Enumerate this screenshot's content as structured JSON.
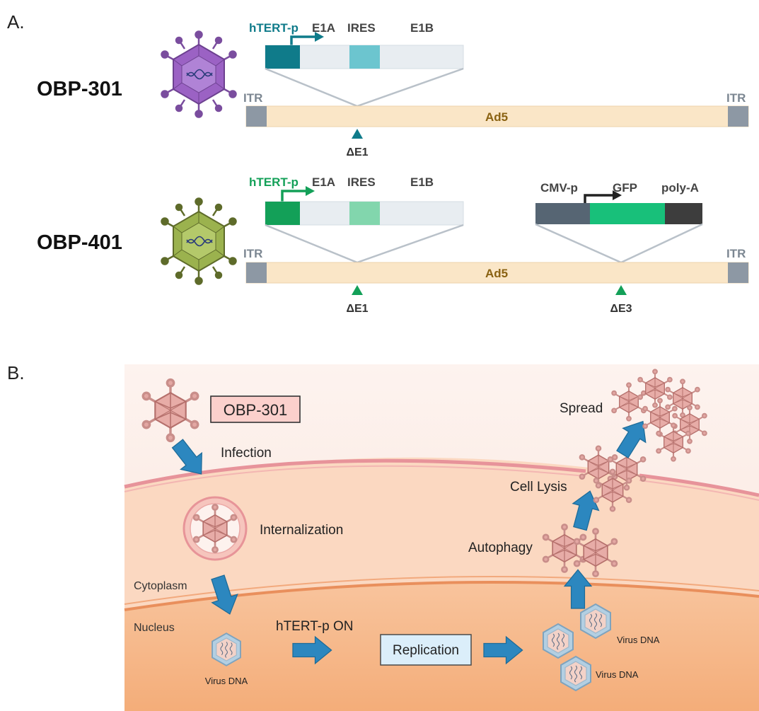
{
  "panel_a": {
    "label": "A.",
    "constructs": [
      {
        "name": "OBP-301",
        "virus_color": "#9b62c4",
        "promoter_color": "#0f7b8a",
        "ires_color": "#6cc5cf",
        "cassette_labels": [
          "hTERT-p",
          "E1A",
          "IRES",
          "E1B"
        ],
        "itr_left": "ITR",
        "itr_right": "ITR",
        "genome": "Ad5",
        "deletions": [
          "ΔE1"
        ],
        "marker_color": "#0f7b8a"
      },
      {
        "name": "OBP-401",
        "virus_color": "#9bb24e",
        "promoter_color": "#13a058",
        "ires_color": "#82d6ad",
        "cassette_labels": [
          "hTERT-p",
          "E1A",
          "IRES",
          "E1B"
        ],
        "gfp_labels": [
          "CMV-p",
          "GFP",
          "poly-A"
        ],
        "gfp_colors": [
          "#566573",
          "#18c07a",
          "#3d3d3d"
        ],
        "itr_left": "ITR",
        "itr_right": "ITR",
        "genome": "Ad5",
        "deletions": [
          "ΔE1",
          "ΔE3"
        ],
        "marker_color": "#13a058"
      }
    ]
  },
  "panel_b": {
    "label": "B.",
    "virus_box": "OBP-301",
    "steps": {
      "infection": "Infection",
      "internalization": "Internalization",
      "cytoplasm": "Cytoplasm",
      "nucleus": "Nucleus",
      "virus_dna": "Virus DNA",
      "promoter_on": "hTERT-p ON",
      "replication": "Replication",
      "virus_dna_2": "Virus DNA",
      "virus_dna_3": "Virus DNA",
      "autophagy": "Autophagy",
      "cell_lysis": "Cell Lysis",
      "spread": "Spread"
    },
    "colors": {
      "outside": "#fbeae4",
      "cytoplasm": "#fbd5bc",
      "nucleus": "#f6b688",
      "arrow": "#2c87bf",
      "membrane": "#e7939a",
      "virion": "#eab0ab",
      "replication_box": "#dbeefa"
    }
  }
}
